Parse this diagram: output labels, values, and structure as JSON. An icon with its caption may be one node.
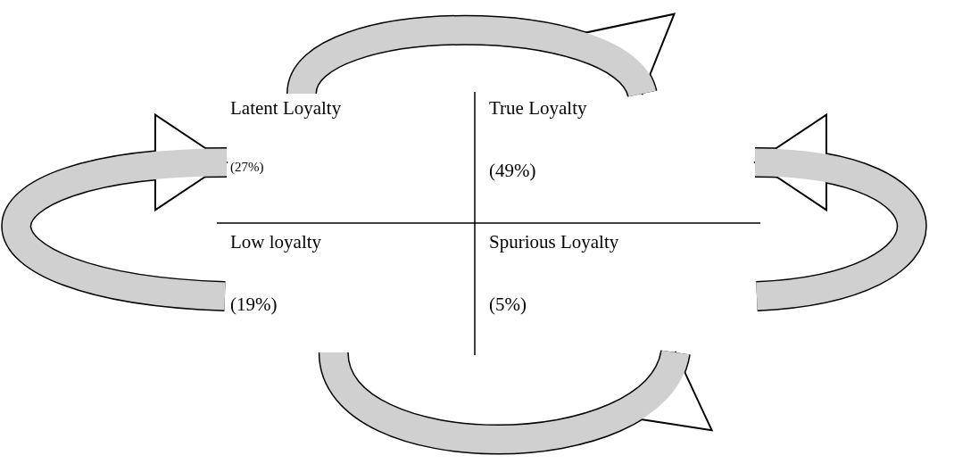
{
  "diagram": {
    "nodes": [
      {
        "text": [
          "Latent Loyalty",
          "(27%)"
        ]
      },
      {
        "text": [
          "True Loyalty",
          "(49%)"
        ]
      },
      {
        "text": [
          "Low loyalty",
          "(19%)"
        ]
      },
      {
        "text": [
          "Spurious Loyalty",
          "(5%)"
        ]
      }
    ],
    "edges": [
      {
        "from": 0,
        "to": 1,
        "arrow": "to"
      },
      {
        "from": 3,
        "to": 1,
        "arrow": "to"
      },
      {
        "from": 2,
        "to": 3,
        "arrow": "to"
      },
      {
        "from": 2,
        "to": 0,
        "arrow": "to"
      }
    ]
  }
}
